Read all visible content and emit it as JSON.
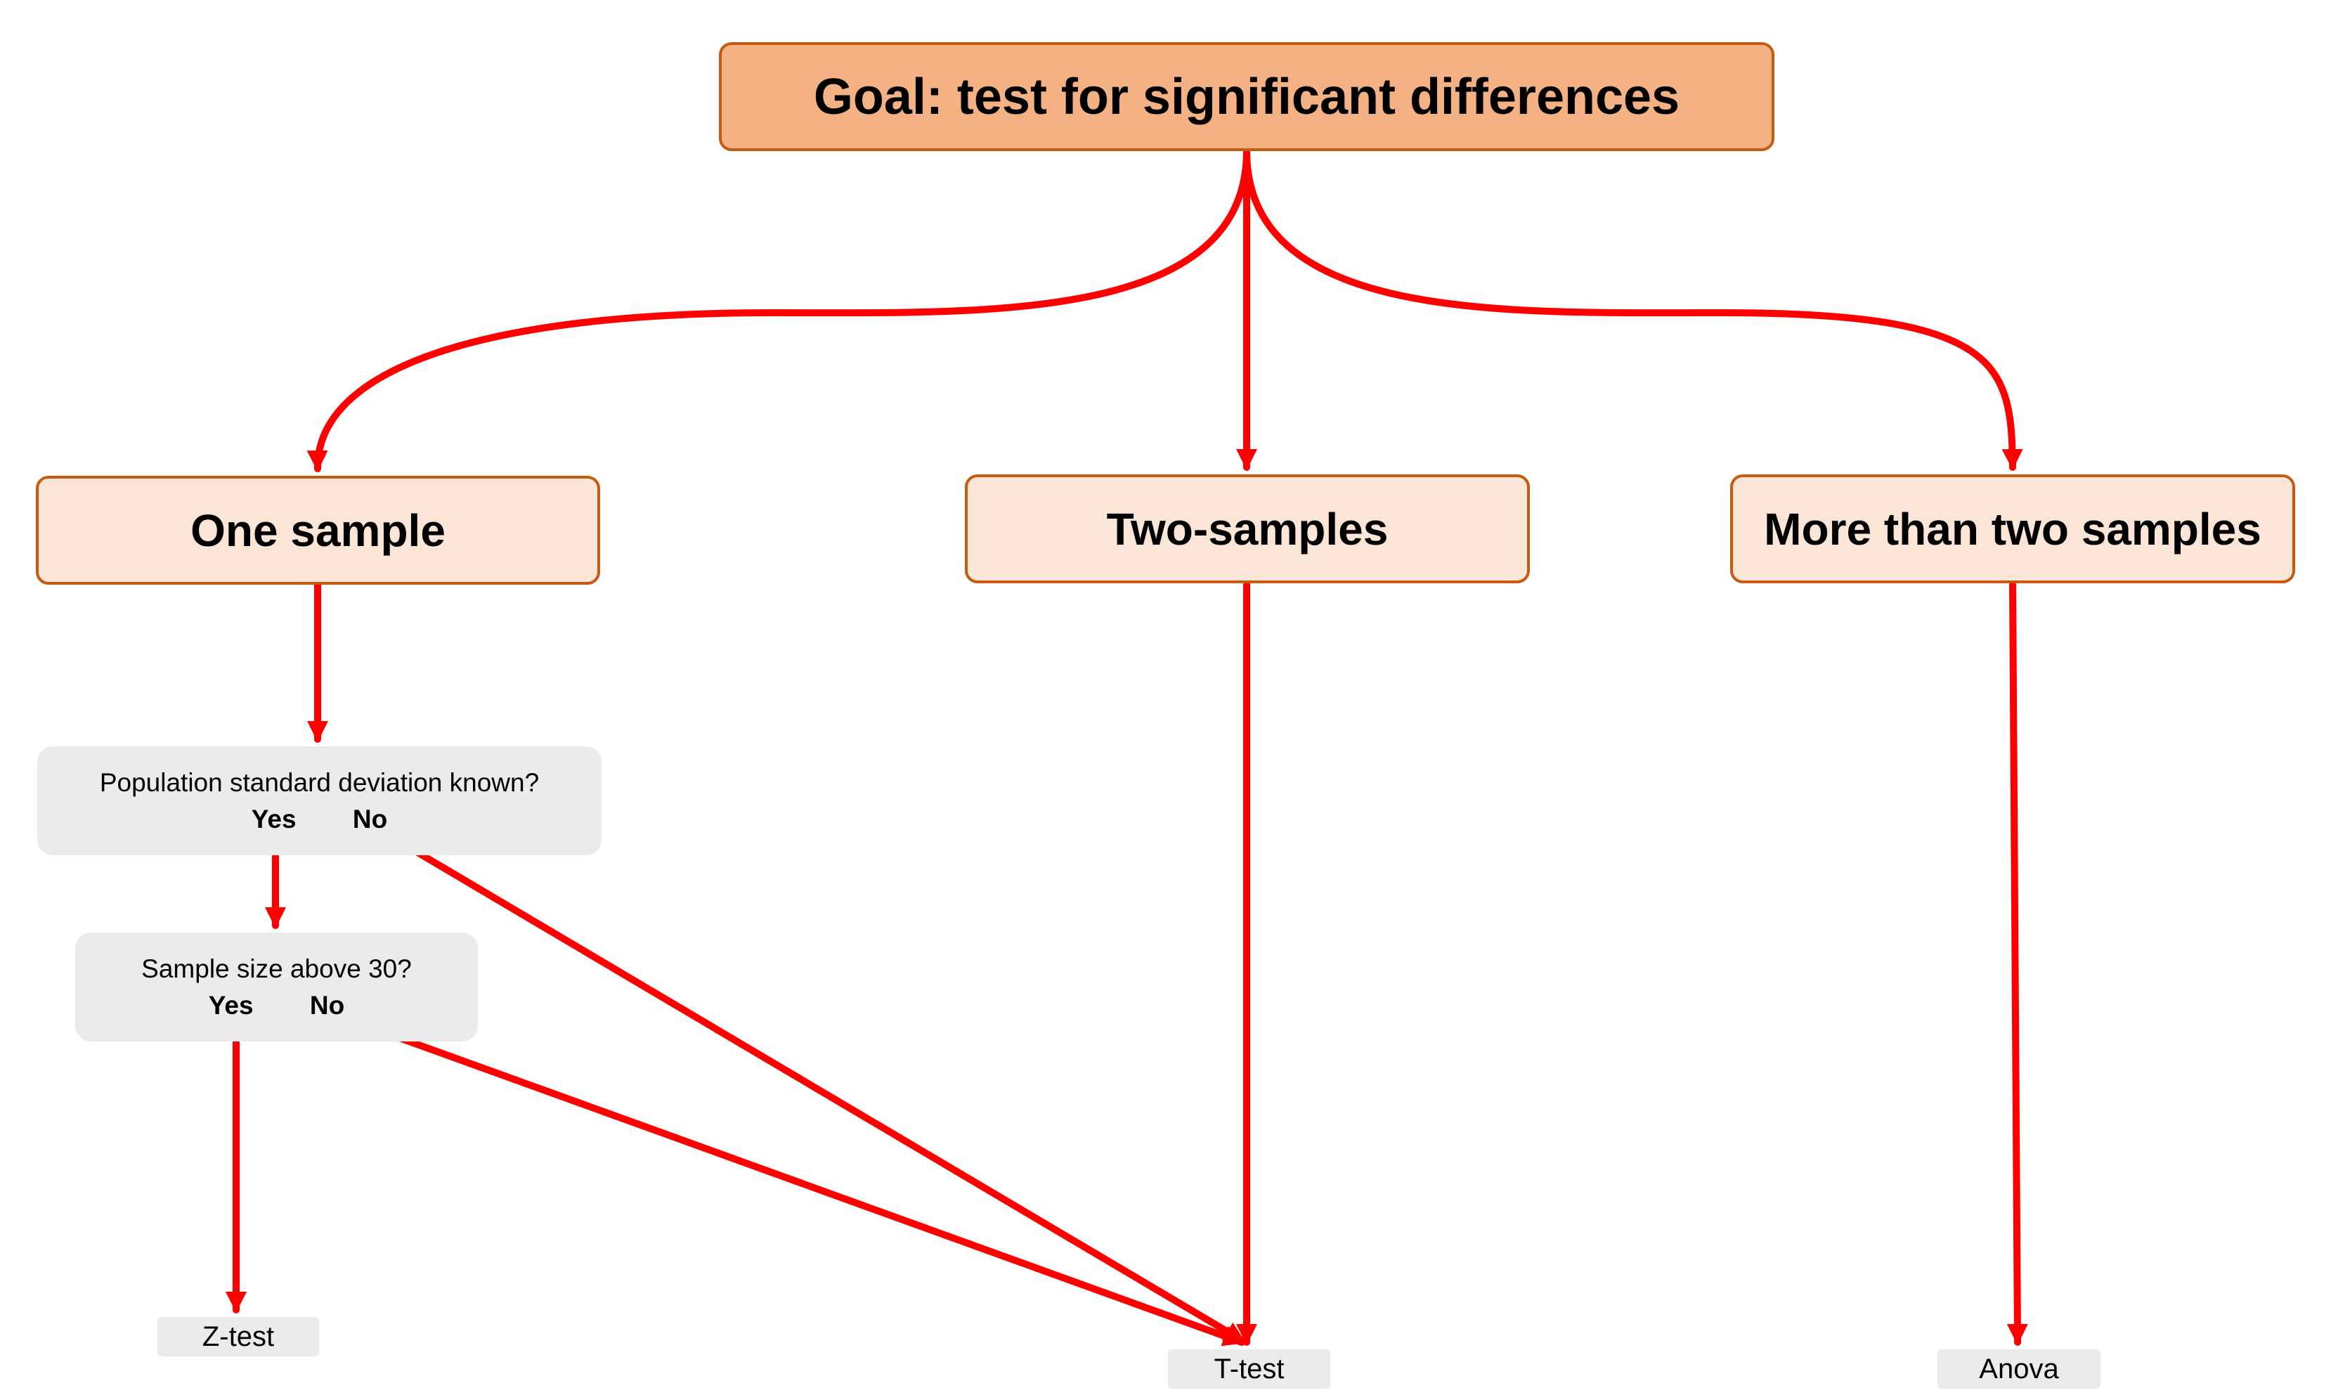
{
  "diagram": {
    "goal": "Goal: test for significant differences",
    "categories": [
      "One sample",
      "Two-samples",
      "More than two samples"
    ],
    "questions": [
      {
        "text": "Population standard deviation known?",
        "yes": "Yes",
        "no": "No"
      },
      {
        "text": "Sample size above 30?",
        "yes": "Yes",
        "no": "No"
      }
    ],
    "results": [
      "Z-test",
      "T-test",
      "Anova"
    ],
    "colors": {
      "arrow": "#ff0000",
      "goal_fill": "#f3b184",
      "category_fill": "#fbe5d6",
      "box_border": "#c55a11",
      "question_fill": "#ebebeb"
    }
  }
}
